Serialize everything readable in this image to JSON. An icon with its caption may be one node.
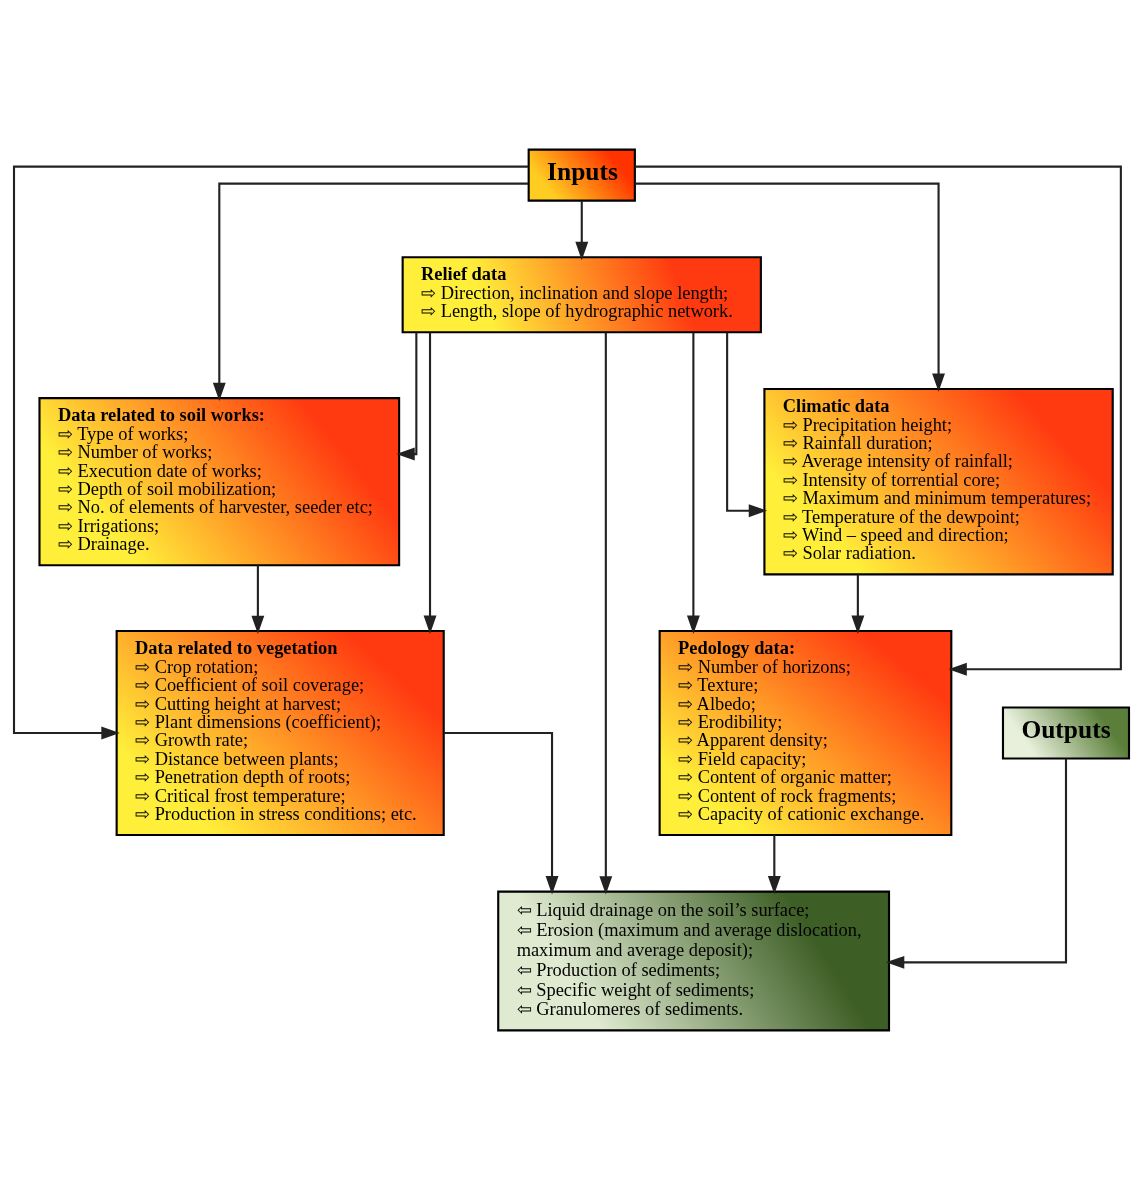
{
  "diagram": {
    "nodes": [
      {
        "text": [
          "Inputs"
        ]
      },
      {
        "text": [
          "Relief data",
          "⇨ Direction, inclination and slope length;",
          "⇨ Length, slope of hydrographic network."
        ]
      },
      {
        "text": [
          "Climatic data",
          "⇨ Precipitation height;",
          "⇨ Rainfall duration;",
          "⇨ Average intensity of rainfall;",
          "⇨ Intensity of torrential core;",
          "⇨ Maximum and minimum temperatures;",
          "⇨ Temperature of the dewpoint;",
          "⇨ Wind – speed and direction;",
          "⇨ Solar radiation."
        ]
      },
      {
        "text": [
          "Data related to soil works:",
          "⇨ Type of works;",
          "⇨ Number of works;",
          "⇨ Execution date of works;",
          "⇨ Depth of soil mobilization;",
          "⇨ No. of elements of harvester, seeder etc;",
          "⇨ Irrigations;",
          "⇨ Drainage."
        ]
      },
      {
        "text": [
          "Pedology data:",
          "⇨ Number of horizons;",
          "⇨ Texture;",
          "⇨ Albedo;",
          "⇨ Erodibility;",
          "⇨ Apparent density;",
          "⇨ Field capacity;",
          "⇨ Content of organic matter;",
          "⇨ Content of rock fragments;",
          "⇨ Capacity of cationic exchange."
        ]
      },
      {
        "text": [
          "Data related to vegetation",
          "⇨ Crop rotation;",
          "⇨ Coefficient of soil coverage;",
          "⇨ Cutting height at harvest;",
          "⇨ Plant dimensions (coefficient);",
          "⇨ Growth rate;",
          "⇨ Distance between plants;",
          "⇨ Penetration depth of roots;",
          "⇨ Critical frost temperature;",
          "⇨ Production in stress conditions; etc."
        ]
      },
      {
        "text": [
          "Outputs"
        ]
      },
      {
        "text": [
          "⇦ Liquid drainage on the soil’s surface;",
          "⇦ Erosion (maximum and average dislocation, maximum and average deposit);",
          "⇦ Production of sediments;",
          "⇦ Specific weight of sediments;",
          "⇦ Granulomeres of sediments."
        ]
      }
    ],
    "edges": [
      {
        "from": 0,
        "to": 1,
        "arrow": "to"
      },
      {
        "from": 0,
        "to": 2,
        "arrow": "to"
      },
      {
        "from": 0,
        "to": 4,
        "arrow": "to"
      },
      {
        "from": 0,
        "to": 3,
        "arrow": "to"
      },
      {
        "from": 0,
        "to": 5,
        "arrow": "to"
      },
      {
        "from": 1,
        "to": 2,
        "arrow": "to"
      },
      {
        "from": 1,
        "to": 3,
        "arrow": "to"
      },
      {
        "from": 1,
        "to": 4,
        "arrow": "to"
      },
      {
        "from": 1,
        "to": 5,
        "arrow": "to"
      },
      {
        "from": 1,
        "to": 7,
        "arrow": "to"
      },
      {
        "from": 2,
        "to": 4,
        "arrow": "to"
      },
      {
        "from": 3,
        "to": 5,
        "arrow": "to"
      },
      {
        "from": 4,
        "to": 7,
        "arrow": "to"
      },
      {
        "from": 5,
        "to": 7,
        "arrow": "to"
      },
      {
        "from": 6,
        "to": 7,
        "arrow": "to"
      }
    ]
  }
}
